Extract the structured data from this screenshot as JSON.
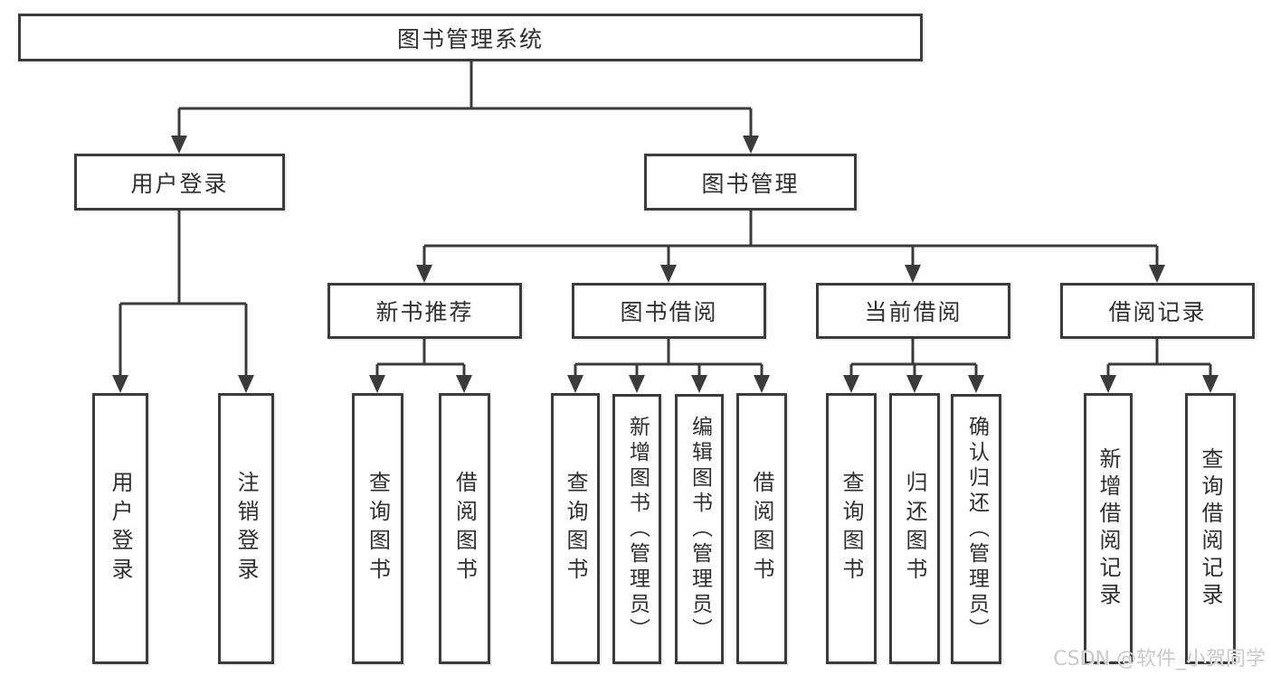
{
  "tree": {
    "root": {
      "label": "图书管理系统",
      "children": [
        {
          "label": "用户登录",
          "children": [
            {
              "label": "用户登录"
            },
            {
              "label": "注销登录"
            }
          ]
        },
        {
          "label": "图书管理",
          "children": [
            {
              "label": "新书推荐",
              "children": [
                {
                  "label": "查询图书"
                },
                {
                  "label": "借阅图书"
                }
              ]
            },
            {
              "label": "图书借阅",
              "children": [
                {
                  "label": "查询图书"
                },
                {
                  "label": "新增图书（管理员）"
                },
                {
                  "label": "编辑图书（管理员）"
                },
                {
                  "label": "借阅图书"
                }
              ]
            },
            {
              "label": "当前借阅",
              "children": [
                {
                  "label": "查询图书"
                },
                {
                  "label": "归还图书"
                },
                {
                  "label": "确认归还（管理员）"
                }
              ]
            },
            {
              "label": "借阅记录",
              "children": [
                {
                  "label": "新增借阅记录"
                },
                {
                  "label": "查询借阅记录"
                }
              ]
            }
          ]
        }
      ]
    }
  },
  "watermark": {
    "text": "CSDN @软件_小贺同学"
  },
  "colors": {
    "border": "#3b3b3b",
    "line": "#3b3b3b",
    "text": "#2f2f2f",
    "background": "#ffffff",
    "watermark": "#c9c9c9"
  }
}
